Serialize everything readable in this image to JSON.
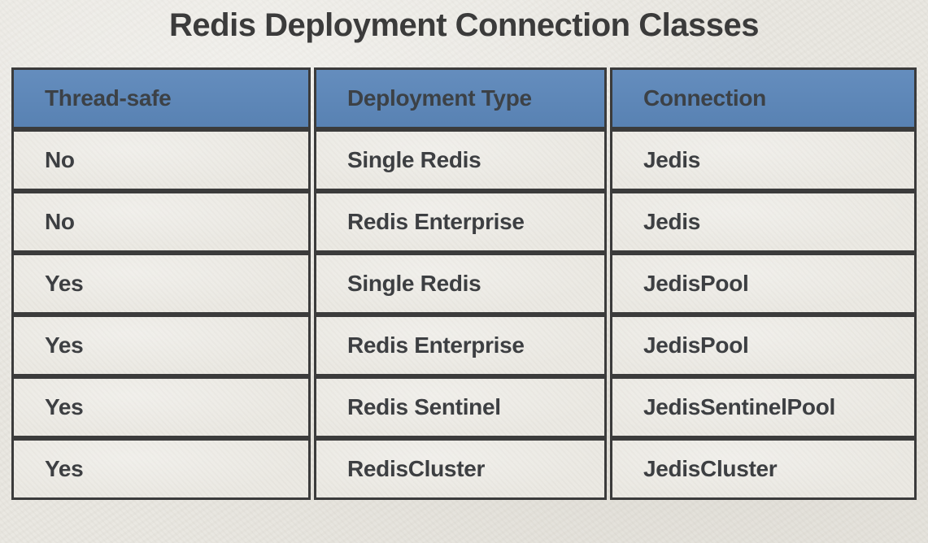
{
  "title": "Redis Deployment Connection Classes",
  "table": {
    "columns": [
      {
        "label": "Thread-safe"
      },
      {
        "label": "Deployment Type"
      },
      {
        "label": "Connection"
      }
    ],
    "rows": [
      {
        "thread_safe": "No",
        "deployment_type": "Single Redis",
        "connection": "Jedis"
      },
      {
        "thread_safe": "No",
        "deployment_type": "Redis Enterprise",
        "connection": "Jedis"
      },
      {
        "thread_safe": "Yes",
        "deployment_type": "Single Redis",
        "connection": "JedisPool"
      },
      {
        "thread_safe": "Yes",
        "deployment_type": "Redis Enterprise",
        "connection": "JedisPool"
      },
      {
        "thread_safe": "Yes",
        "deployment_type": "Redis Sentinel",
        "connection": "JedisSentinelPool"
      },
      {
        "thread_safe": "Yes",
        "deployment_type": "RedisCluster",
        "connection": "JedisCluster"
      }
    ]
  },
  "colors": {
    "page_bg": "#e8e6e0",
    "cell_bg": "#eae8e2",
    "header_bg": "#5c87ba",
    "border": "#3b3b3b",
    "text": "#3d3f42",
    "title_text": "#3b3b3b"
  }
}
